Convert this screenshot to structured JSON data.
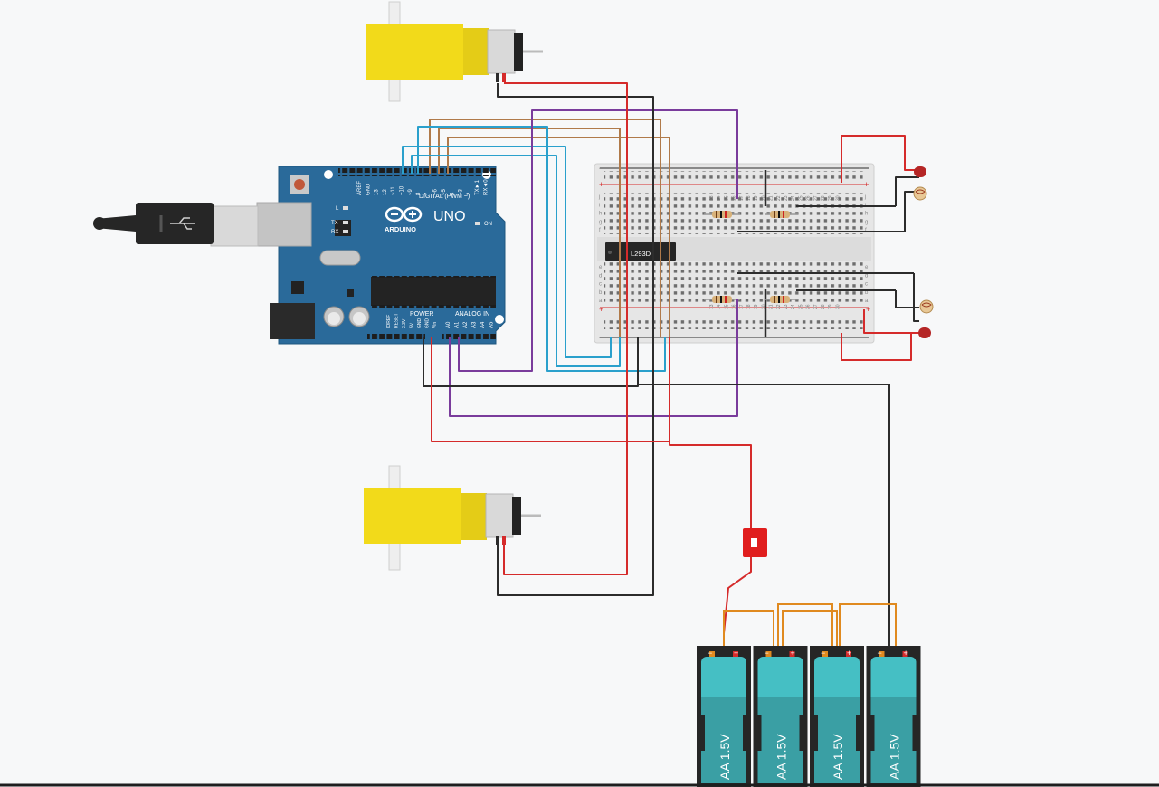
{
  "colors": {
    "background": "#f7f8f9",
    "arduino_board": "#2a6a9a",
    "wire_red": "#d52b2b",
    "wire_black": "#2c2c2c",
    "wire_purple": "#7a3c9c",
    "wire_brown": "#b07a4a",
    "wire_cyan": "#2aa0cc",
    "wire_orange": "#e08a20",
    "motor_yellow": "#f2da1a",
    "battery_teal": "#45bfc4",
    "switch_red": "#e01e1e"
  },
  "arduino": {
    "model": "UNO",
    "brand": "ARDUINO",
    "digital_label": "DIGITAL (PWM ~)",
    "power_label": "POWER",
    "analog_label": "ANALOG IN",
    "on_label": "ON",
    "l_label": "L",
    "tx_label": "TX",
    "rx_label": "RX",
    "digital_pins": [
      "AREF",
      "GND",
      "13",
      "12",
      "~11",
      "~10",
      "~9",
      "8",
      "7",
      "~6",
      "~5",
      "4",
      "~3",
      "2",
      "TX►1",
      "RX◄0"
    ],
    "power_pins": [
      "IOREF",
      "RESET",
      "3.3V",
      "5V",
      "GND",
      "GND",
      "Vin"
    ],
    "analog_pins": [
      "A0",
      "A1",
      "A2",
      "A3",
      "A4",
      "A5"
    ]
  },
  "breadboard": {
    "ic_label": "L293D",
    "row_letters_top": [
      "j",
      "i",
      "h",
      "g",
      "f"
    ],
    "row_letters_bottom": [
      "e",
      "d",
      "c",
      "b",
      "a"
    ],
    "column_numbers": [
      "13",
      "14",
      "15",
      "16",
      "17",
      "18",
      "19",
      "20",
      "21",
      "22",
      "23",
      "24",
      "25",
      "26",
      "27",
      "28",
      "29",
      "30"
    ],
    "plus": "+",
    "minus": "−"
  },
  "batteries": {
    "label": "AA 1.5V",
    "count": 4,
    "minus": "−",
    "plus": "+"
  },
  "icons": [
    "usb-cable-icon",
    "dc-motor-icon",
    "led-icon",
    "photoresistor-icon",
    "resistor-icon",
    "slide-switch-icon",
    "battery-icon"
  ]
}
